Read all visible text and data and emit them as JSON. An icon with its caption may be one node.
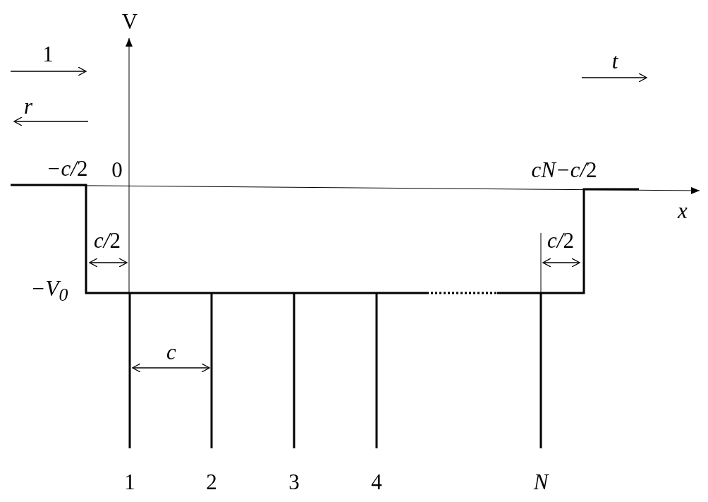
{
  "diagram": {
    "labels": [
      "V",
      "1",
      "r",
      "t",
      "−c/2",
      "0",
      "cN−c/2",
      "x",
      "c/2",
      "c/2",
      "−V$_{0}$",
      "c",
      "1",
      "2",
      "3",
      "4",
      "N"
    ]
  }
}
